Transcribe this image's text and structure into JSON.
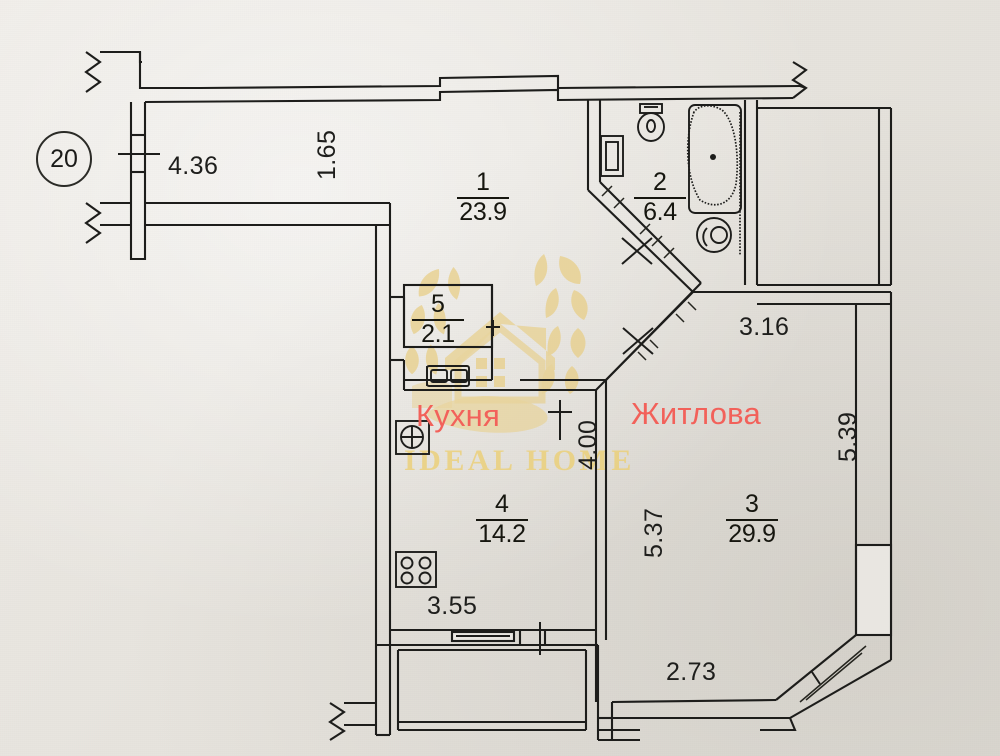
{
  "document": {
    "type": "apartment-floor-plan",
    "stamp_number": "20"
  },
  "rooms": [
    {
      "number": "1",
      "area": "23.9"
    },
    {
      "number": "2",
      "area": "6.4"
    },
    {
      "number": "3",
      "area": "29.9"
    },
    {
      "number": "4",
      "area": "14.2"
    },
    {
      "number": "5",
      "area": "2.1"
    }
  ],
  "labels": {
    "kitchen": "Кухня",
    "living": "Житлова"
  },
  "dimensions": {
    "left_horizontal": "4.36",
    "top_vertical": "1.65",
    "bath_right": "3.16",
    "right_vertical": "5.39",
    "center_vertical": "4.00",
    "living_left_vertical": "5.37",
    "kitchen_bottom": "3.55",
    "bottom_diagonal": "2.73"
  },
  "watermark": {
    "brand": "IDEAL HOME",
    "color_brand": "#eccf73",
    "color_label": "#f2615a"
  },
  "colors": {
    "paper": "#e9e6e1",
    "ink": "#1d1d1b",
    "label_red": "#f2615a",
    "watermark_gold": "#eccf73"
  },
  "fixtures": [
    {
      "name": "toilet",
      "room": "2"
    },
    {
      "name": "bathtub",
      "room": "2"
    },
    {
      "name": "sink-round",
      "room": "2"
    },
    {
      "name": "riser-duct",
      "room": "1"
    },
    {
      "name": "double-basin",
      "room": "5"
    },
    {
      "name": "kitchen-sink",
      "room": "4"
    },
    {
      "name": "stove-four-burner",
      "room": "4"
    }
  ]
}
